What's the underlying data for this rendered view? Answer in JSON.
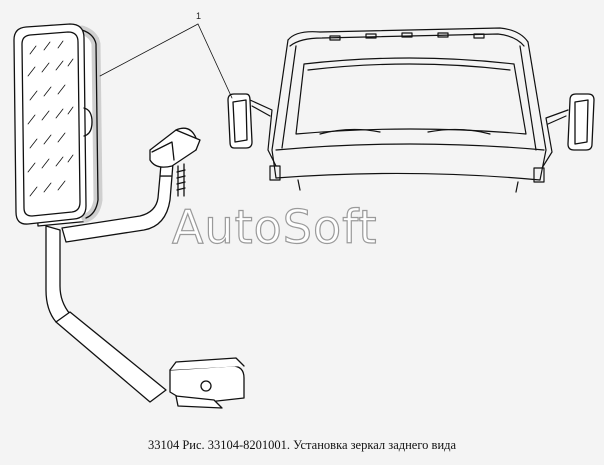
{
  "callout_number": "1",
  "watermark_text": "AutoSoft",
  "caption": "33104 Рис. 33104-8201001. Установка зеркал заднего вида",
  "colors": {
    "background": "#f4f4f4",
    "line": "#111111"
  }
}
